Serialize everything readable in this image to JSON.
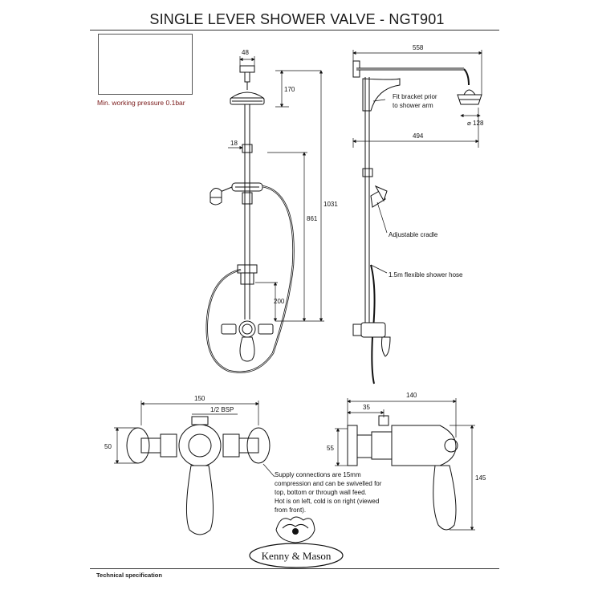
{
  "title": "SINGLE LEVER SHOWER VALVE - NGT901",
  "note": "Min. working pressure 0.1bar",
  "footer": "Technical specification",
  "brand": "Kenny & Mason",
  "front_view": {
    "dims": {
      "top_width": "48",
      "head_drop": "170",
      "bracket": "18",
      "overall": "1031",
      "cradle": "861",
      "valve": "200"
    }
  },
  "side_view": {
    "dims": {
      "arm": "558",
      "reach": "494",
      "rose": "⌀ 128"
    },
    "callouts": {
      "bracket": [
        "Fit bracket prior",
        "to shower arm"
      ],
      "cradle": "Adjustable cradle",
      "hose": "1.5m flexible shower hose"
    }
  },
  "valve_front": {
    "dims": {
      "width": "150",
      "bsp": "1/2 BSP",
      "height": "50"
    }
  },
  "valve_side": {
    "dims": {
      "depth": "140",
      "offset": "35",
      "inlet": "55",
      "height": "145"
    }
  },
  "supply_note": [
    "Supply connections are 15mm",
    "compression and can be swivelled for",
    "top, bottom or through wall feed.",
    "Hot is on left, cold is on right (viewed",
    "from front)."
  ]
}
